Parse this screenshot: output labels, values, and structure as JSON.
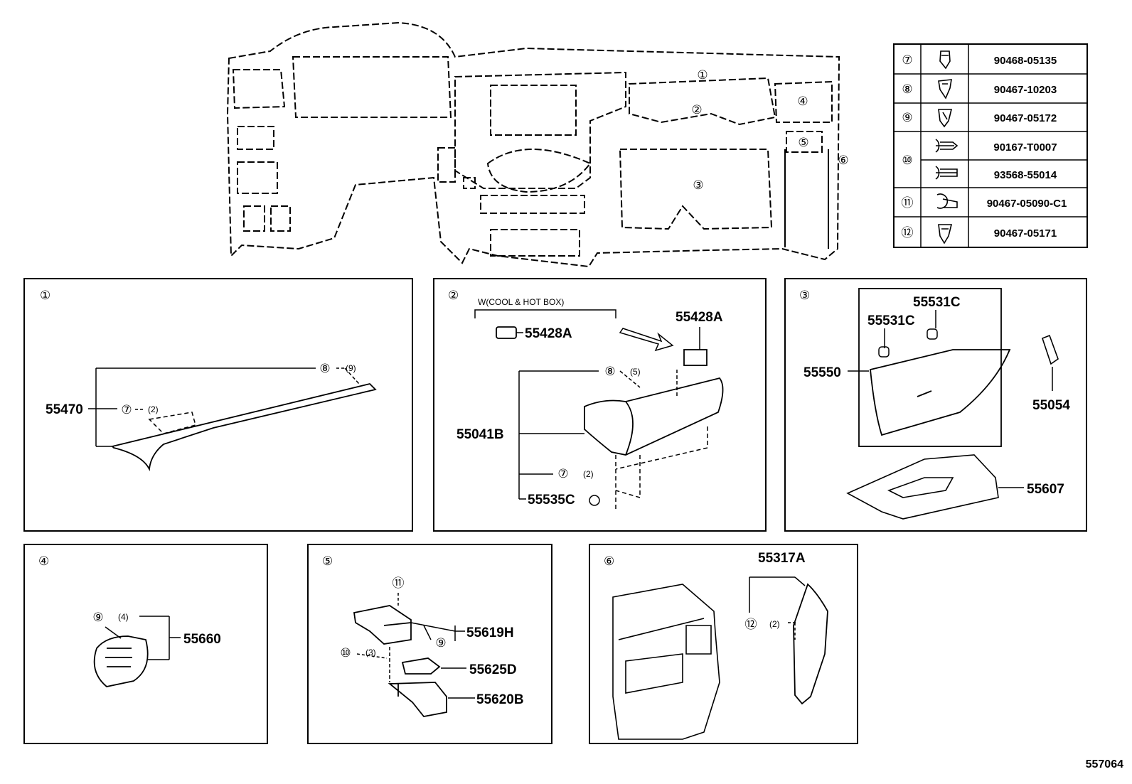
{
  "overview": {
    "callouts": [
      "①",
      "②",
      "③",
      "④",
      "⑤",
      "⑥"
    ]
  },
  "fastener_table": [
    {
      "ref": "⑦",
      "part": "90468-05135"
    },
    {
      "ref": "⑧",
      "part": "90467-10203"
    },
    {
      "ref": "⑨",
      "part": "90467-05172"
    },
    {
      "ref": "⑩",
      "part": "90167-T0007"
    },
    {
      "ref": "",
      "part": "93568-55014"
    },
    {
      "ref": "⑪",
      "part": "90467-05090-C1"
    },
    {
      "ref": "⑫",
      "part": "90467-05171"
    }
  ],
  "panel1": {
    "id": "①",
    "part": "55470",
    "clip8": "⑧",
    "clip8_qty": "(9)",
    "clip7": "⑦",
    "clip7_qty": "(2)"
  },
  "panel2": {
    "id": "②",
    "option_label": "W(COOL & HOT BOX)",
    "part_a": "55428A",
    "part_a2": "55428A",
    "part_b": "55041B",
    "part_c": "55535C",
    "clip8": "⑧",
    "clip8_qty": "(5)",
    "clip7": "⑦",
    "clip7_qty": "(2)"
  },
  "panel3": {
    "id": "③",
    "part_531a": "55531C",
    "part_531b": "55531C",
    "part_550": "55550",
    "part_054": "55054",
    "part_607": "55607"
  },
  "panel4": {
    "id": "④",
    "clip9": "⑨",
    "clip9_qty": "(4)",
    "part": "55660"
  },
  "panel5": {
    "id": "⑤",
    "clip11": "⑪",
    "clip9": "⑨",
    "clip10": "⑩",
    "clip10_qty": "(3)",
    "part_h": "55619H",
    "part_d": "55625D",
    "part_b": "55620B"
  },
  "panel6": {
    "id": "⑥",
    "part": "55317A",
    "clip12": "⑫",
    "clip12_qty": "(2)"
  },
  "footer_code": "557064"
}
